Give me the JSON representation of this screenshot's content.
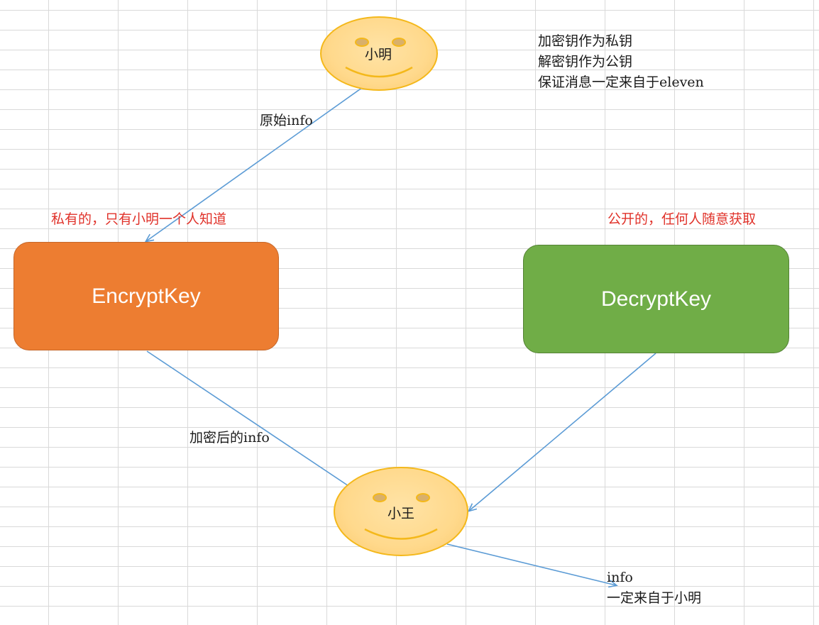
{
  "persons": {
    "sender": {
      "name": "小明"
    },
    "receiver": {
      "name": "小王"
    }
  },
  "notes": {
    "top_right": [
      "加密钥作为私钥",
      "解密钥作为公钥",
      "保证消息一定来自于eleven"
    ],
    "private_key_desc": "私有的，只有小明一个人知道",
    "public_key_desc": "公开的，任何人随意获取",
    "original_info": "原始info",
    "encrypted_info": "加密后的info",
    "result": [
      "info",
      "一定来自于小明"
    ]
  },
  "keys": {
    "encrypt": {
      "label": "EncryptKey",
      "color": "#ed7d31"
    },
    "decrypt": {
      "label": "DecryptKey",
      "color": "#70ad47"
    }
  },
  "colors": {
    "arrow": "#5b9bd5",
    "face_border": "#f4b81a",
    "note_red": "#e0322a"
  }
}
